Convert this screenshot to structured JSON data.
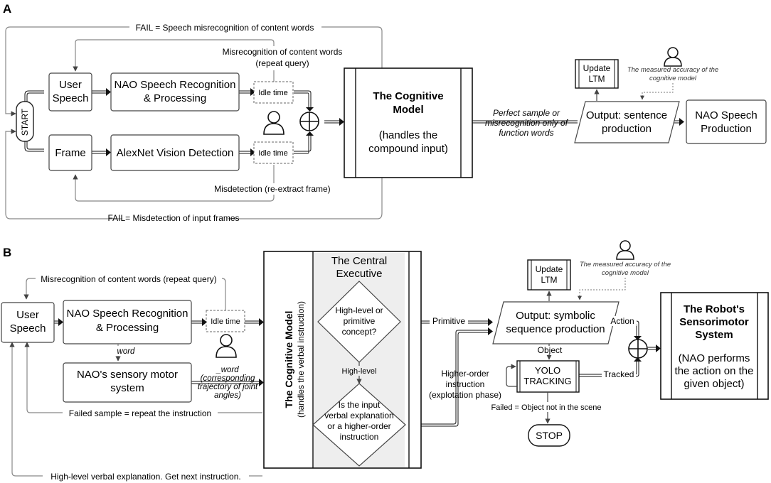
{
  "panel_a": {
    "letter": "A",
    "fail_top": "FAIL = Speech misrecognition of content words",
    "fail_bottom": "FAIL= Misdetection of input frames",
    "misrecog_line1": "Misrecognition of content words",
    "misrecog_line2": "(repeat query)",
    "misdetect": "Misdetection (re-extract frame)",
    "start": "START",
    "user_speech_1": "User",
    "user_speech_2": "Speech",
    "frame": "Frame",
    "nao_sr_1": "NAO Speech Recognition",
    "nao_sr_2": "& Processing",
    "alexnet": "AlexNet Vision Detection",
    "idle_1": "Idle time",
    "idle_2": "Idle time",
    "cog_title_1": "The Cognitive",
    "cog_title_2": "Model",
    "cog_sub_1": "(handles the",
    "cog_sub_2": "compound input)",
    "edge_1": "Perfect sample or",
    "edge_2": "misrecognition only of",
    "edge_3": "function words",
    "update_1": "Update",
    "update_2": "LTM",
    "accuracy_1": "The measured accuracy of the",
    "accuracy_2": "cognitive model",
    "output_1": "Output: sentence",
    "output_2": "production",
    "nao_prod_1": "NAO Speech",
    "nao_prod_2": "Production"
  },
  "panel_b": {
    "letter": "B",
    "misrecog": "Misrecognition of content words (repeat query)",
    "user_speech_1": "User",
    "user_speech_2": "Speech",
    "nao_sr_1": "NAO Speech Recognition",
    "nao_sr_2": "& Processing",
    "idle": "Idle time",
    "word": "word",
    "sensory_1": "NAO's sensory motor",
    "sensory_2": "system",
    "joint_1": "_word",
    "joint_2": "(corresponding",
    "joint_3": "trajectory of joint",
    "joint_4": "angles)",
    "failed_sample": "Failed sample = repeat the instruction",
    "high_level_next": "High-level verbal explanation. Get next instruction.",
    "cog_vertical_1": "The Cognitive Model",
    "cog_vertical_2": "(handles the verbal instruction)",
    "central_1": "The Central",
    "central_2": "Executive",
    "dia1_1": "High-level or",
    "dia1_2": "primitive",
    "dia1_3": "concept?",
    "high_level": "High-level",
    "dia2_1": "Is the input",
    "dia2_2": "verbal explanation",
    "dia2_3": "or a higher-order",
    "dia2_4": "instruction",
    "primitive": "Primitive",
    "higher_1": "Higher-order",
    "higher_2": "instruction",
    "higher_3": "(explotation phase)",
    "update_1": "Update",
    "update_2": "LTM",
    "accuracy_1": "The measured accuracy of the",
    "accuracy_2": "cognitive model",
    "output_1": "Output: symbolic",
    "output_2": "sequence production",
    "object": "Object",
    "action": "Action",
    "yolo_1": "YOLO",
    "yolo_2": "TRACKING",
    "tracked": "Tracked",
    "failed_obj": "Failed = Object not in the scene",
    "stop": "STOP",
    "robot_1": "The Robot's",
    "robot_2": "Sensorimotor",
    "robot_3": "System",
    "robot_4": "(NAO performs",
    "robot_5": "the action on the",
    "robot_6": "given object)"
  }
}
